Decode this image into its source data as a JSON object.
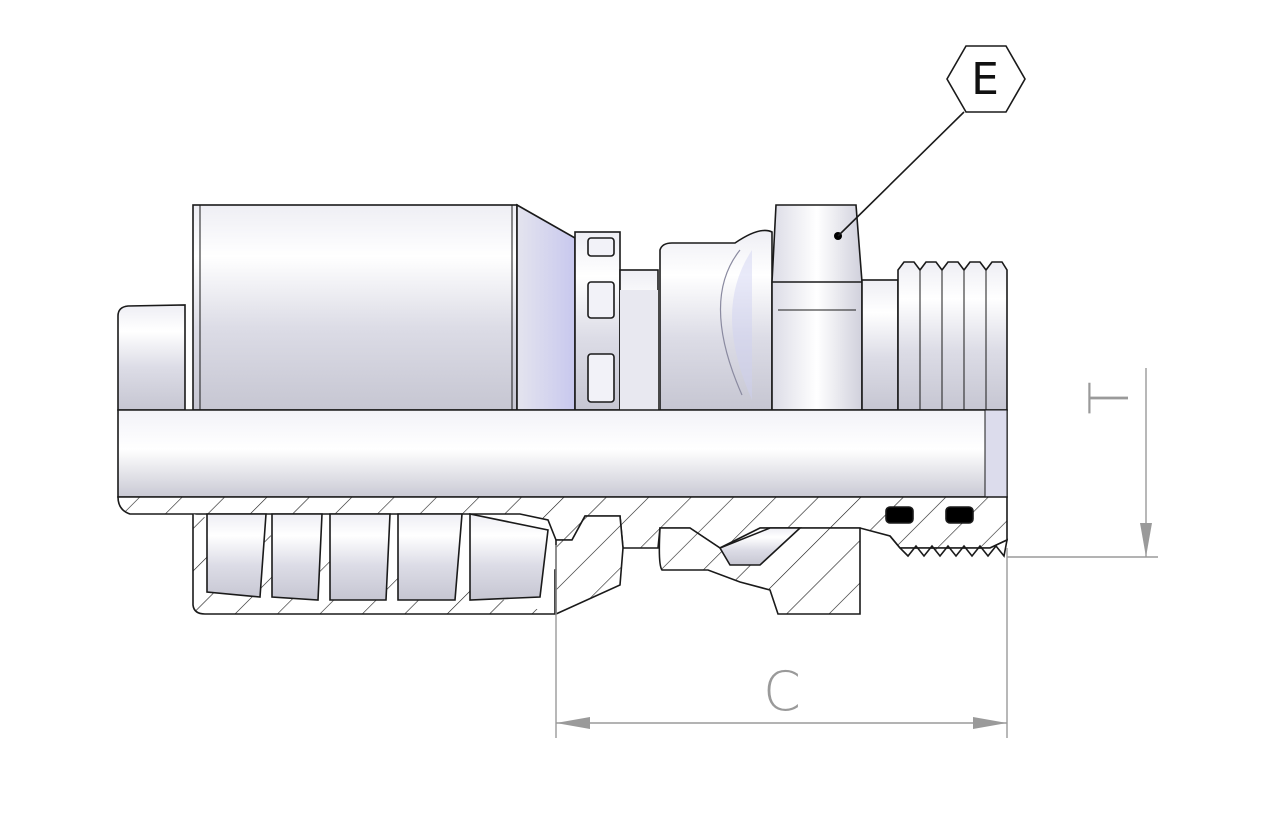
{
  "callout": {
    "label": "E"
  },
  "dimensions": {
    "length_label": "C",
    "thread_label": "T"
  },
  "colors": {
    "outline": "#1a1a1a",
    "metal_light": "#f6f6fb",
    "metal_mid": "#d8d8e2",
    "metal_dark": "#b9b9c6",
    "accent_blue": "#cfd0f2",
    "dimension_line": "#9a9a9a",
    "seal": "#000000"
  }
}
